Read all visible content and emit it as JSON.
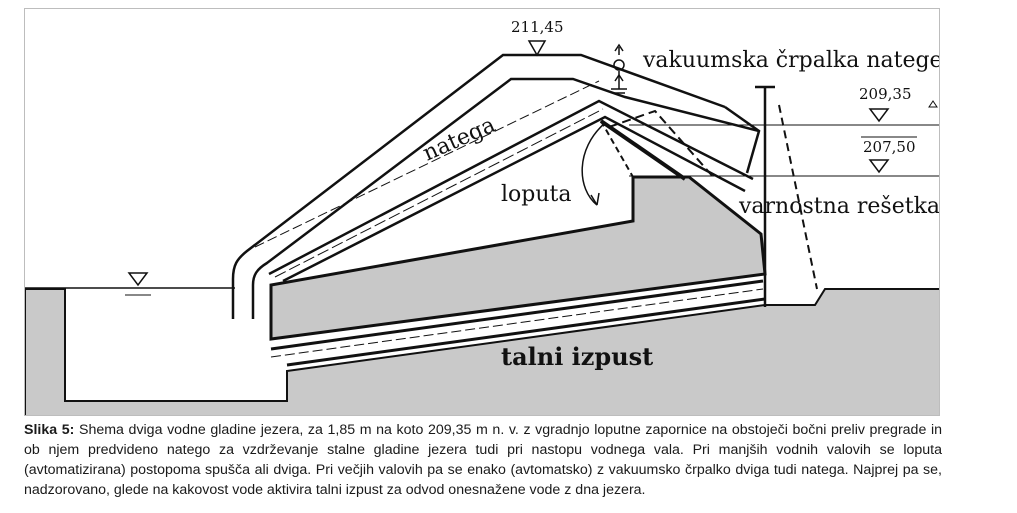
{
  "diagram": {
    "labels": {
      "crest_elevation": "211,45",
      "vacuum_pump": "vakuumska črpalka natege",
      "target_level": "209,35",
      "current_level": "207,50",
      "siphon": "natega",
      "flap_gate": "loputa",
      "safety_grate": "varnostna rešetka",
      "bottom_outlet": "talni izpust"
    },
    "colors": {
      "concrete": "#c8c8c8",
      "ground": "#c9c9c9",
      "line": "#111111",
      "frame": "#bdbdbd"
    }
  },
  "caption": {
    "label": "Slika 5:",
    "text": "Shema dviga vodne gladine jezera, za 1,85 m na koto 209,35 m n. v. z vgradnjo loputne zapornice na obstoječi bočni preliv pregrade in ob njem predvideno natego za vzdrževanje stalne gladine jezera tudi pri nastopu vodnega vala. Pri manjših vodnih valovih se loputa (avtomatizirana) postopoma spušča ali dviga. Pri večjih valovih pa se enako (avtomatsko) z vakuumsko črpalko dviga tudi natega. Najprej pa se, nadzorovano, glede na kakovost vode aktivira talni izpust za odvod onesnažene vode z dna jezera."
  }
}
